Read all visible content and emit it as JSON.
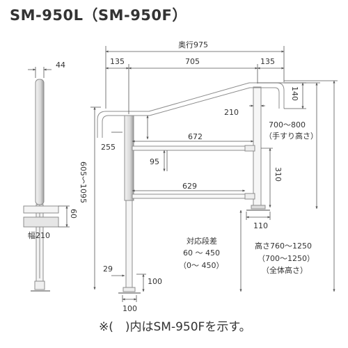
{
  "title": "SM-950L（SM-950F）",
  "footnote": "※(　)内はSM-950Fを示す。",
  "colors": {
    "line": "#8c8c8c",
    "dim": "#555555",
    "text": "#333333",
    "post_light": "#e9e9e9",
    "post_dark": "#9a9a9a"
  },
  "dimensions": {
    "depth_total": "奥行975",
    "d135_left": "135",
    "d705": "705",
    "d135_right": "135",
    "d140": "140",
    "d210": "210",
    "height_hand": "700～800",
    "height_hand_note": "（手すり高さ）",
    "d255": "255",
    "d672": "672",
    "d95": "95",
    "d310": "310",
    "d629": "629",
    "d110": "110",
    "range_605_1095": "605～1095",
    "step_label": "対応段差",
    "step_range": "60 ～ 450",
    "step_range_f": "（0～ 450）",
    "total_height": "高さ760～1250",
    "total_height_f": "（700～1250）",
    "total_height_note": "（全体高さ）",
    "d29": "29",
    "d100_right": "100",
    "d100_bottom": "100",
    "side_44": "44",
    "side_60": "60",
    "side_width": "幅210"
  }
}
